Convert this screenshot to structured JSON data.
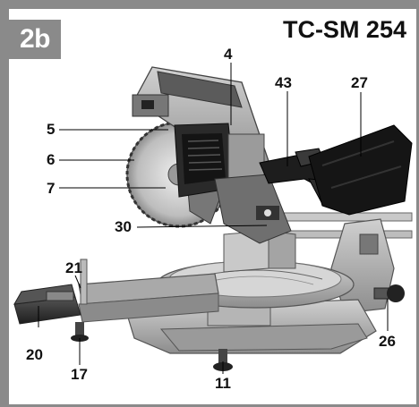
{
  "figure": {
    "badge": "2b",
    "model": "TC-SM 254"
  },
  "callouts": {
    "n4": "4",
    "n5": "5",
    "n6": "6",
    "n7": "7",
    "n43": "43",
    "n27": "27",
    "n30": "30",
    "n21": "21",
    "n20": "20",
    "n17": "17",
    "n11": "11",
    "n26": "26"
  }
}
